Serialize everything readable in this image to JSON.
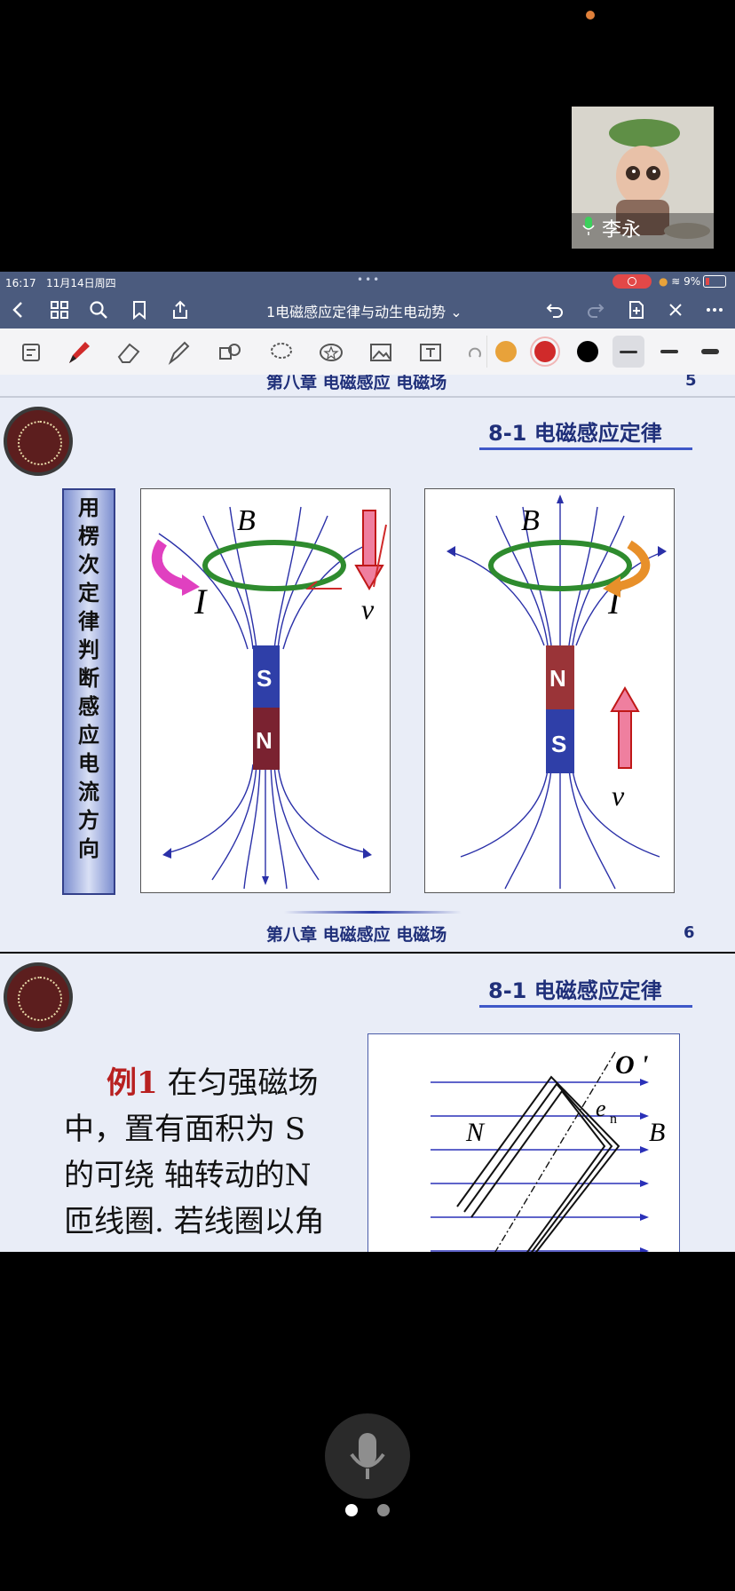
{
  "video": {
    "participant_name": "李永"
  },
  "status_bar": {
    "time": "16:17",
    "date": "11月14日周四",
    "battery": "9%"
  },
  "nav": {
    "doc_title": "1电磁感应定律与动生电动势 ⌄"
  },
  "toolbar": {
    "colors": {
      "orange": "#e8a23a",
      "red": "#d02a2a",
      "black": "#000000"
    }
  },
  "slide5": {
    "chapter": "第八章 电磁感应 电磁场",
    "page": "5"
  },
  "slide6": {
    "section_title": "8-1 电磁感应定律",
    "side_title": [
      "用",
      "楞",
      "次",
      "定",
      "律",
      "判",
      "断",
      "感",
      "应",
      "电",
      "流",
      "方",
      "向"
    ],
    "left_panel": {
      "field": "B",
      "current": "I",
      "velocity": "v",
      "top_pole": "S",
      "bottom_pole": "N"
    },
    "right_panel": {
      "field": "B",
      "current": "I",
      "velocity": "v",
      "top_pole": "N",
      "bottom_pole": "S"
    },
    "chapter": "第八章 电磁感应 电磁场",
    "page": "6"
  },
  "slide7": {
    "section_title": "8-1 电磁感应定律",
    "example_label": "例1",
    "lines": [
      "在匀强磁场",
      "中，置有面积为 S",
      "的可绕 轴转动的N",
      "匝线圈. 若线圈以角"
    ],
    "diagram": {
      "axis": "O '",
      "normal": "e",
      "normal_sub": "n",
      "turns": "N",
      "field": "B"
    }
  }
}
